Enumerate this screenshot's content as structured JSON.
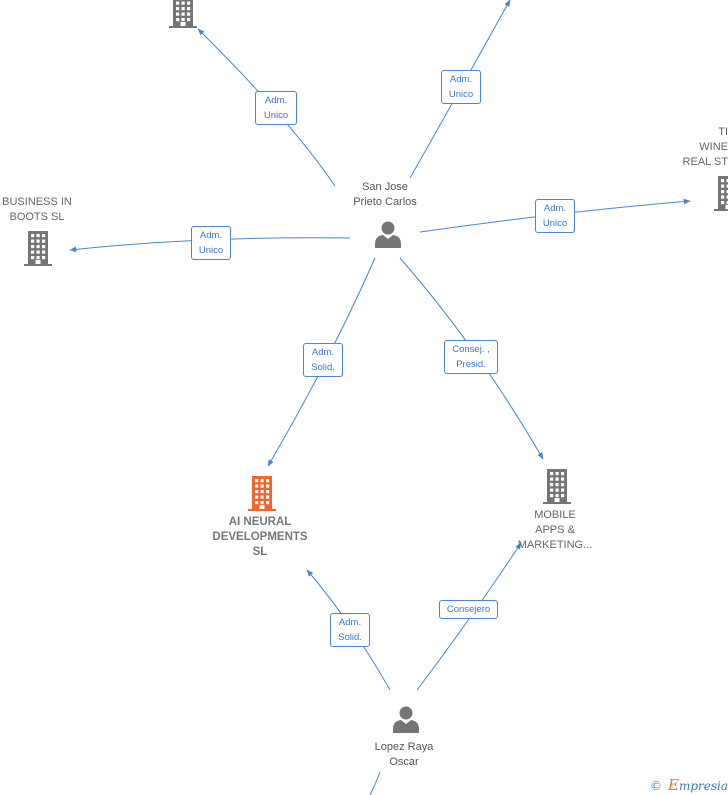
{
  "colors": {
    "edge": "#4a86c8",
    "person_icon": "#757575",
    "company_icon": "#757575",
    "focus_company_icon": "#f0642e"
  },
  "nodes": [
    {
      "id": "san-jose",
      "type": "person",
      "label": "San Jose\nPrieto Carlos"
    },
    {
      "id": "lopez-raya",
      "type": "person",
      "label": "Lopez Raya\nOscar"
    },
    {
      "id": "ai-neural",
      "type": "company-focus",
      "label": "AI NEURAL\nDEVELOPMENTS\nSL"
    },
    {
      "id": "mobile-apps",
      "type": "company",
      "label": "MOBILE\nAPPS &\nMARKETING..."
    },
    {
      "id": "business-boots",
      "type": "company",
      "label": "BUSINESS IN\nBOOTS  SL"
    },
    {
      "id": "wine-partial",
      "type": "company",
      "label": "TI\nWINE\nREAL ST"
    },
    {
      "id": "top-company",
      "type": "company",
      "label": ""
    }
  ],
  "edges": [
    {
      "id": "e1",
      "label": "Adm.\nUnico"
    },
    {
      "id": "e2",
      "label": "Adm.\nUnico"
    },
    {
      "id": "e3",
      "label": "Adm.\nUnico"
    },
    {
      "id": "e4",
      "label": "Adm.\nUnico"
    },
    {
      "id": "e5",
      "label": "Adm.\nSolid."
    },
    {
      "id": "e6",
      "label": "Consej. ,\nPresid."
    },
    {
      "id": "e7",
      "label": "Adm.\nSolid."
    },
    {
      "id": "e8",
      "label": "Consejero"
    },
    {
      "id": "e9",
      "label": ""
    }
  ],
  "footer": {
    "copyright": "©",
    "brand_first": "E",
    "brand_rest": "mpresia"
  }
}
